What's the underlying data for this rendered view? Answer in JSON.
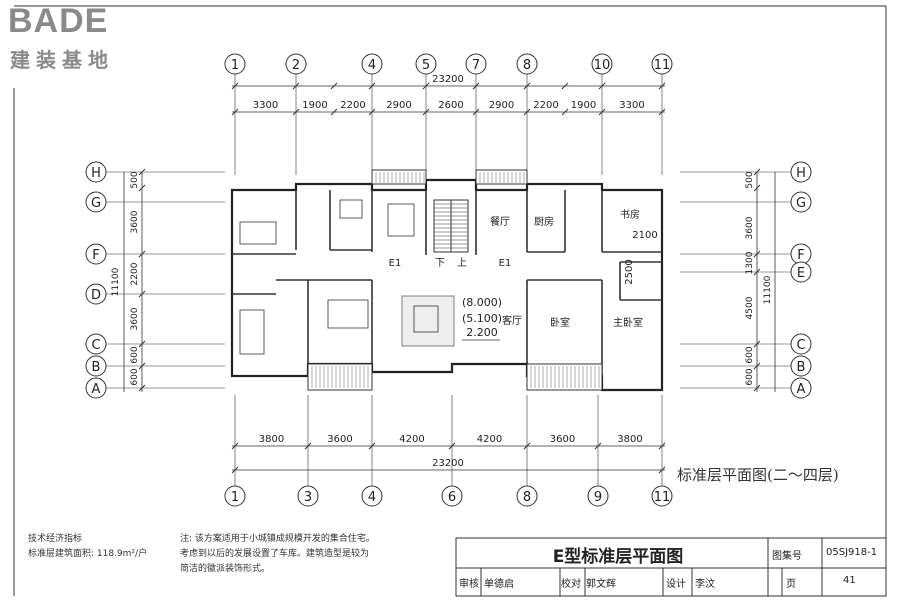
{
  "logo": {
    "word": "BADE",
    "sub": "建装基地"
  },
  "top_axes": [
    "1",
    "2",
    "4",
    "5",
    "7",
    "8",
    "10",
    "11"
  ],
  "bottom_axes": [
    "1",
    "3",
    "4",
    "6",
    "8",
    "9",
    "11"
  ],
  "left_axes": [
    "H",
    "G",
    "F",
    "D",
    "C",
    "B",
    "A"
  ],
  "right_axes": [
    "H",
    "G",
    "F",
    "E",
    "C",
    "B",
    "A"
  ],
  "top_total": "23200",
  "top_dims": [
    "3300",
    "1900",
    "2200",
    "2900",
    "2600",
    "2900",
    "2200",
    "1900",
    "3300"
  ],
  "bottom_dims": [
    "3800",
    "3600",
    "4200",
    "4200",
    "3600",
    "3800"
  ],
  "bottom_total": "23200",
  "left_dims": [
    "500",
    "3600",
    "2200",
    "3600",
    "600",
    "600"
  ],
  "left_total": "11100",
  "right_dims": [
    "500",
    "3600",
    "1300",
    "4500",
    "600",
    "600"
  ],
  "right_total": "11100",
  "rooms": {
    "canting": "餐厅",
    "chufang": "厨房",
    "shufang": "书房",
    "dim_2100": "2100",
    "dim_2500": "2500",
    "woshi": "卧室",
    "zhuwoshi": "主卧室",
    "keting": "客厅",
    "e1_left": "E1",
    "e1_right": "E1",
    "stair_down": "下",
    "stair_up": "上",
    "lv1": "(8.000)",
    "lv2": "(5.100)",
    "lv3": "2.200"
  },
  "caption": "标准层平面图(二～四层)",
  "notes_left": {
    "title": "技术经济指标",
    "area": "标准层建筑面积: 118.9m²/户"
  },
  "notes_right": {
    "line1": "注: 该方案适用于小城镇成规模开发的集合住宅。",
    "line2": "考虑到以后的发展设置了车库。建筑造型是较为",
    "line3": "简洁的徽派装饰形式。"
  },
  "title_block": {
    "title": "E型标准层平面图",
    "atlas_label": "图集号",
    "atlas_no": "05SJ918-1",
    "shen": "审核",
    "shen_name": "单德启",
    "jiao": "校对",
    "jiao_name": "郭文辉",
    "she": "设计",
    "she_name": "李汶",
    "page_label": "页",
    "page_no": "41"
  }
}
